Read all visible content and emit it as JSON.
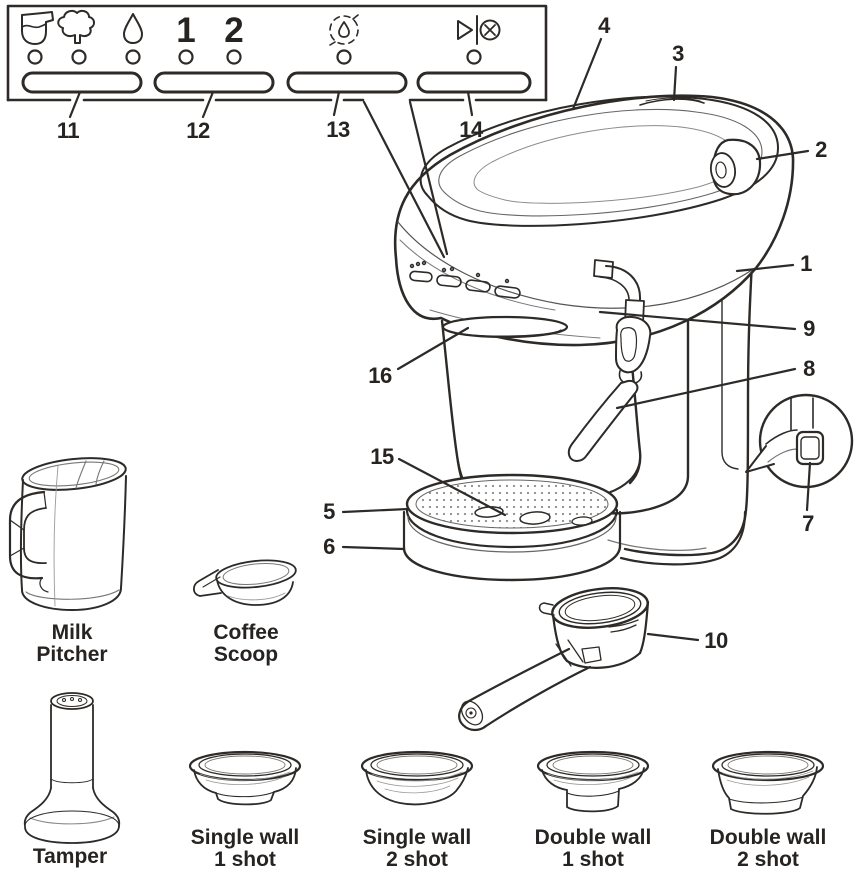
{
  "control_panel": {
    "icons": [
      "espresso-cup-icon",
      "steam-icon",
      "hot-water-drop-icon",
      "shot-1-label",
      "shot-2-label",
      "descale-icon",
      "start-stop-icon"
    ],
    "shot1": "1",
    "shot2": "2"
  },
  "callouts": {
    "c1": "1",
    "c2": "2",
    "c3": "3",
    "c4": "4",
    "c5": "5",
    "c6": "6",
    "c7": "7",
    "c8": "8",
    "c9": "9",
    "c10": "10",
    "c11": "11",
    "c12": "12",
    "c13": "13",
    "c14": "14",
    "c15": "15",
    "c16": "16"
  },
  "accessories": {
    "milk_pitcher": {
      "line1": "Milk",
      "line2": "Pitcher"
    },
    "coffee_scoop": {
      "line1": "Coffee",
      "line2": "Scoop"
    },
    "tamper": {
      "label": "Tamper"
    },
    "baskets": [
      {
        "line1": "Single wall",
        "line2": "1 shot"
      },
      {
        "line1": "Single wall",
        "line2": "2 shot"
      },
      {
        "line1": "Double wall",
        "line2": "1 shot"
      },
      {
        "line1": "Double wall",
        "line2": "2 shot"
      }
    ]
  }
}
